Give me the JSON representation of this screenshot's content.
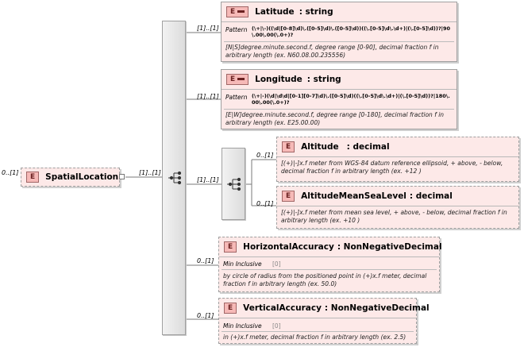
{
  "root": {
    "label": "SpatialLocation",
    "badge": "E",
    "card": "0..[1]",
    "child_card": "[1]..[1]"
  },
  "outer_sequence": {
    "child_card": "[1]..[1]"
  },
  "elements": [
    {
      "key": "lat",
      "name": "Latitude",
      "type": ": string",
      "card": "[1]..[1]",
      "badge": "E",
      "facet_label": "Pattern",
      "facet_value": "(\\+|\\-)((\\d|[0-8]\\d)\\.([0-5]\\d)\\.([0-5]\\d))((\\.[0-5]\\d\\.\\d+)|(\\.[0-5]\\d))?|90\\.00\\.00(\\.0+)?",
      "doc": "[N|S]degree.minute.second.f, degree range [0-90], decimal fraction f in arbitrary length (ex. N60.08.00.235556)"
    },
    {
      "key": "lon",
      "name": "Longitude",
      "type": ": string",
      "card": "[1]..[1]",
      "badge": "E",
      "facet_label": "Pattern",
      "facet_value": "(\\+|-)(\\d|\\d\\d|[0-1][0-7]\\d)\\.([0-5]\\d)((\\.[0-5]\\d\\.\\d+)|(\\.[0-5]\\d))?|180\\.00\\.00(\\.0+)?",
      "doc": "[E|W]degree.minute.second.f, degree range [0-180], decimal fraction f in arbitrary length (ex. E25.00.00)"
    },
    {
      "key": "alt",
      "name": "Altitude",
      "type": ": decimal",
      "card": "0..[1]",
      "badge": "E",
      "doc": "[(+)|-]x.f meter from WGS-84 datum reference ellipsoid, + above, - below, decimal fraction f in arbitrary length (ex. +12 )"
    },
    {
      "key": "amsl",
      "name": "AltitudeMeanSeaLevel",
      "type": ": decimal",
      "card": "0..[1]",
      "badge": "E",
      "doc": "[(+)|-]x.f meter from mean sea level, + above, - below, decimal fraction f in arbitrary length (ex. +10 )"
    },
    {
      "key": "hacc",
      "name": "HorizontalAccuracy",
      "type": ": NonNegativeDecimal",
      "card": "0..[1]",
      "badge": "E",
      "facet_label": "Min Inclusive",
      "facet_value": "[0]",
      "doc": "by circle of radius from the positioned point in (+)x.f meter, decimal fraction f in arbitrary length (ex. 50.0)"
    },
    {
      "key": "vacc",
      "name": "VerticalAccuracy",
      "type": ": NonNegativeDecimal",
      "card": "0..[1]",
      "badge": "E",
      "facet_label": "Min Inclusive",
      "facet_value": "[0]",
      "doc": "in (+)x.f meter, decimal fraction f in arbitrary length (ex. 2.5)"
    }
  ],
  "choice": {
    "card": "[1]..[1]"
  }
}
